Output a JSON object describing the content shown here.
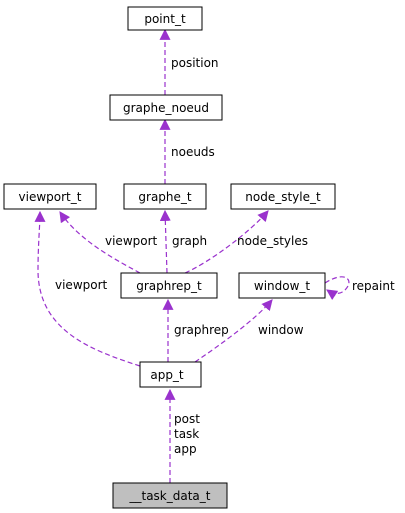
{
  "colors": {
    "edge": "#9a32cd",
    "node_border": "#000000",
    "node_fill": "#ffffff",
    "highlight_fill": "#bfbfbf",
    "text": "#000000"
  },
  "nodes": {
    "point_t": "point_t",
    "graphe_noeud": "graphe_noeud",
    "viewport_t": "viewport_t",
    "graphe_t": "graphe_t",
    "node_style_t": "node_style_t",
    "graphrep_t": "graphrep_t",
    "window_t": "window_t",
    "app_t": "app_t",
    "task_data_t": "__task_data_t"
  },
  "edge_labels": {
    "position": "position",
    "noeuds": "noeuds",
    "viewport_from_graphrep": "viewport",
    "graph": "graph",
    "node_styles": "node_styles",
    "repaint": "repaint",
    "viewport_from_app": "viewport",
    "graphrep": "graphrep",
    "window": "window",
    "post": "post",
    "task": "task",
    "app": "app"
  }
}
